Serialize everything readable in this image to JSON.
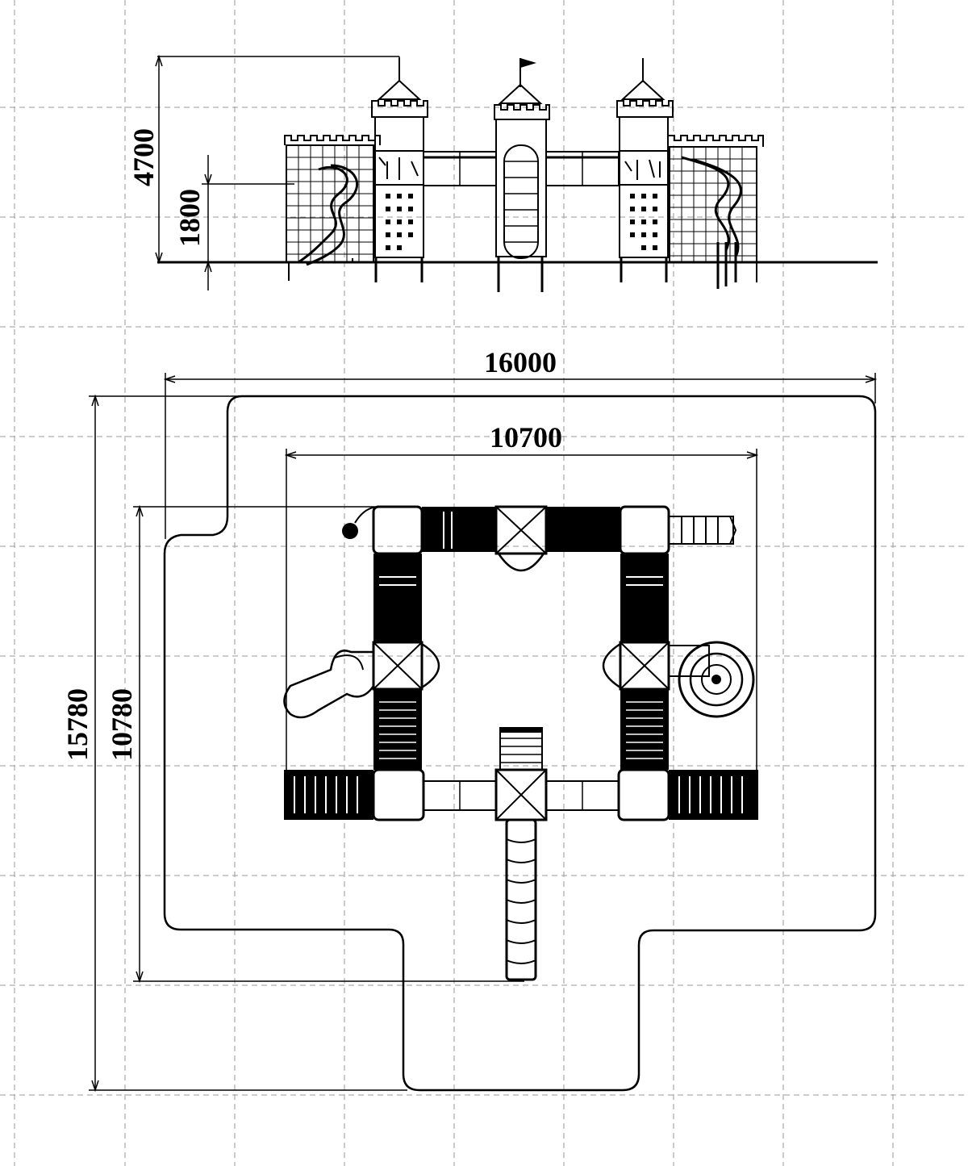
{
  "dimensions": {
    "elevation_height_total": "4700",
    "elevation_platform_height": "1800",
    "plan_overall_width": "16000",
    "plan_equipment_width": "10700",
    "plan_overall_depth": "15780",
    "plan_equipment_depth": "10780"
  },
  "icons": {
    "flag": "flag-icon"
  }
}
